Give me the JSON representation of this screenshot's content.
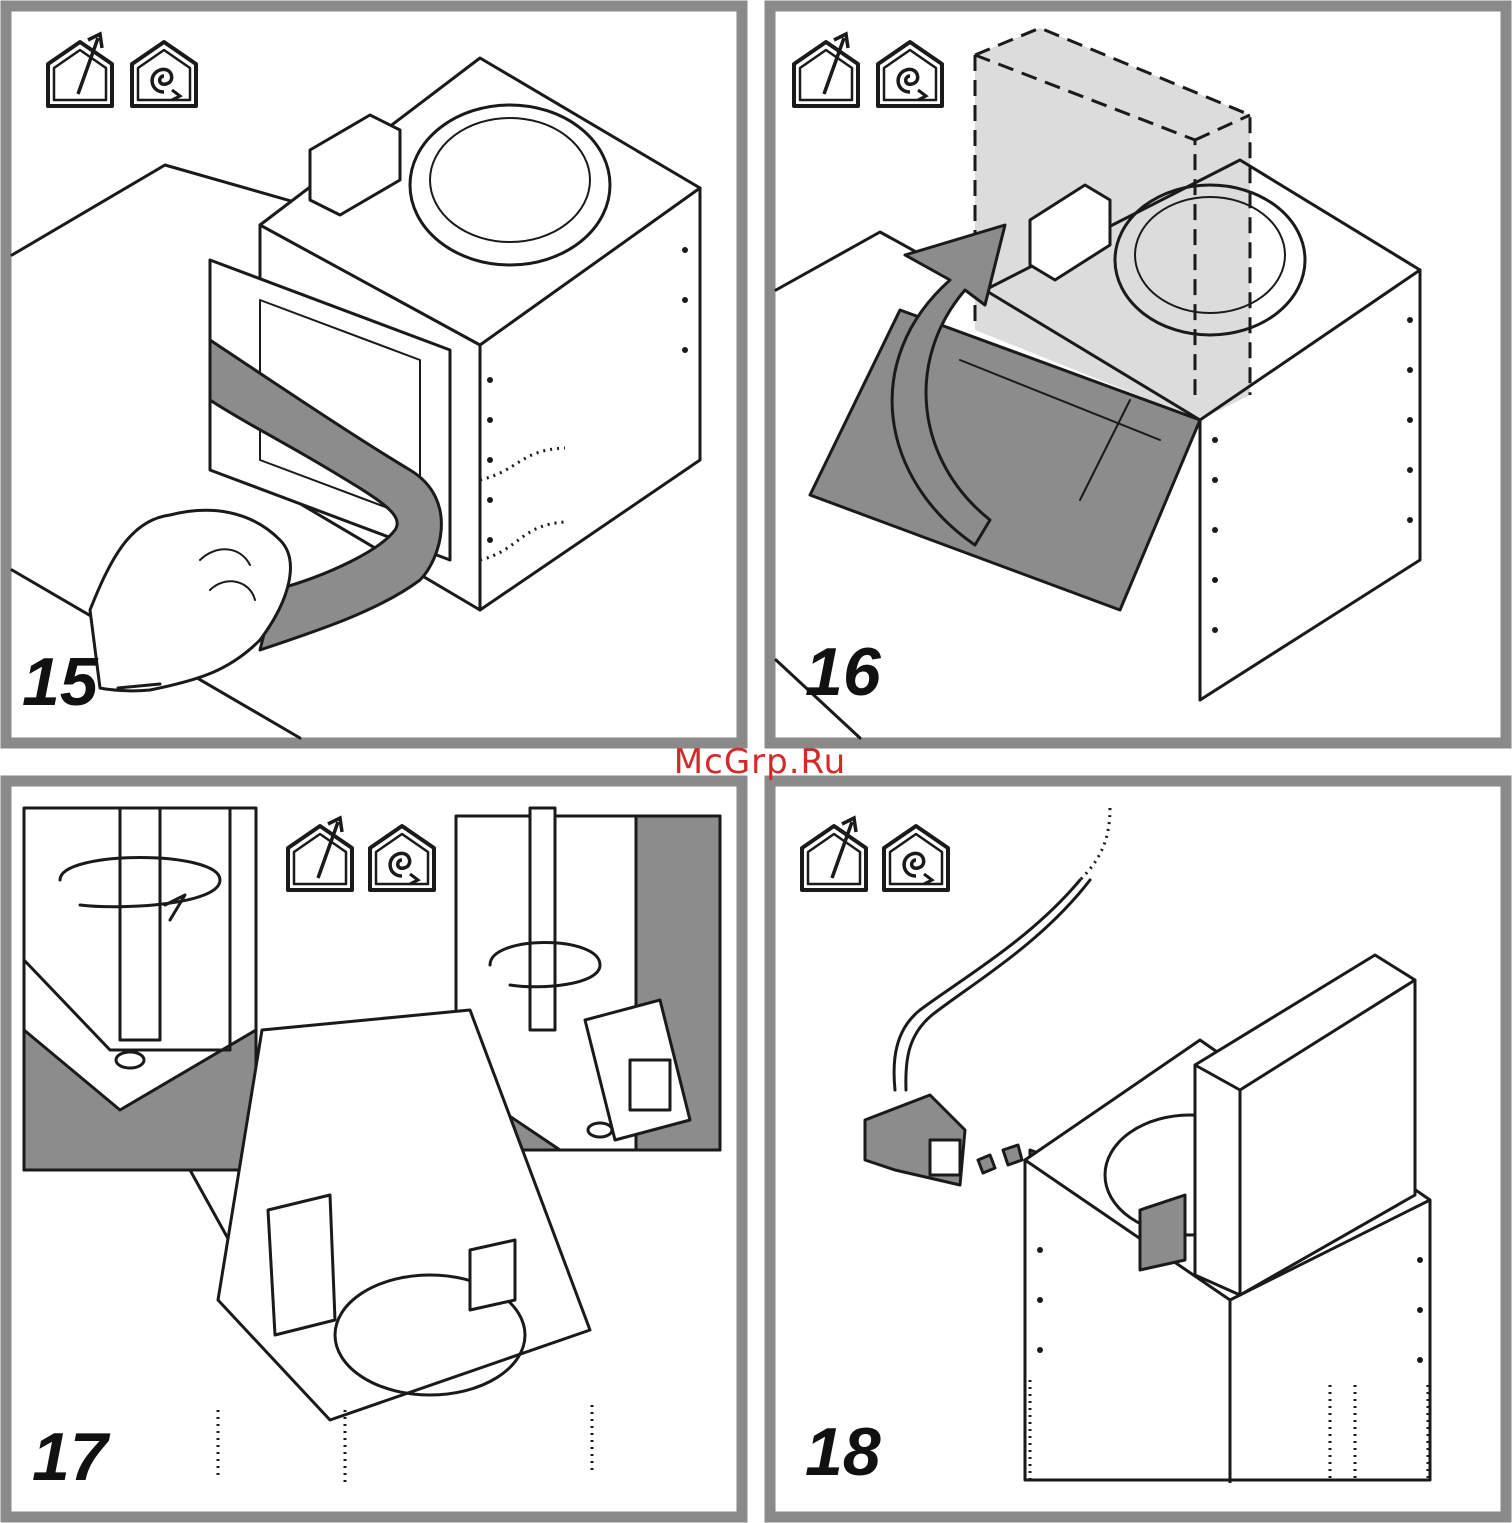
{
  "watermark": "McGrp.Ru",
  "steps": [
    {
      "number": "15",
      "icons": [
        "house-exhaust-icon",
        "house-recirculation-icon"
      ]
    },
    {
      "number": "16",
      "icons": [
        "house-exhaust-icon",
        "house-recirculation-icon"
      ]
    },
    {
      "number": "17",
      "icons": [
        "house-exhaust-icon",
        "house-recirculation-icon"
      ]
    },
    {
      "number": "18",
      "icons": [
        "house-exhaust-icon",
        "house-recirculation-icon"
      ]
    }
  ],
  "colors": {
    "frame": "#8a8a8a",
    "ink": "#1a1a1a",
    "fill_gray": "#8c8c8c",
    "highlight": "#dcdcdc",
    "watermark": "#d22a2a"
  }
}
